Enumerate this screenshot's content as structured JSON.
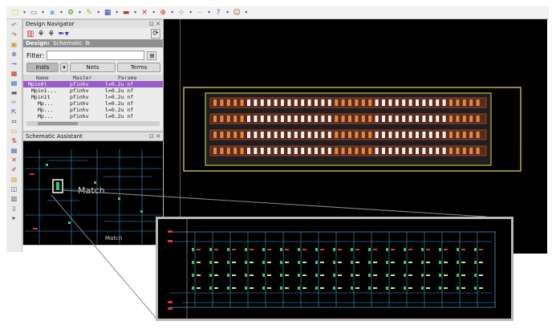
{
  "colors": {
    "canvas": "#000000",
    "accent": "#9b59c9",
    "highlight": "#b49be0",
    "pin": "#d93a2a",
    "wire": "#3aa0d8",
    "layout_outer": "#e8e25a",
    "poly": "#e08a40"
  },
  "toolbar": {
    "icons": [
      "new-icon",
      "open-icon",
      "save-icon",
      "tool-icon",
      "pencil-icon",
      "grid-icon",
      "line-icon",
      "delete-icon",
      "zoom-icon",
      "ruler-icon",
      "wire-icon",
      "help-icon",
      "person-icon"
    ]
  },
  "design_navigator": {
    "title": "Design Navigator",
    "design_label": "Design:",
    "design_value": "Schematic",
    "filter_label": "Filter:",
    "filter_value": "",
    "tabs": [
      "Insts",
      "Nets",
      "Terms"
    ],
    "columns": [
      "Name",
      "Master",
      "Parame"
    ],
    "rows": [
      {
        "name": "Mpin0t",
        "master": "pfinhv",
        "param": "l=0.2u nf"
      },
      {
        "name": "Mpin1...",
        "master": "pfinhv",
        "param": "l=0.2u nf"
      },
      {
        "name": "Mpin1t",
        "master": "pfinhv",
        "param": "l=0.2u nf"
      },
      {
        "name": "Mp...",
        "master": "pfinhv",
        "param": "l=0.2u nf"
      },
      {
        "name": "Mp...",
        "master": "pfinhv",
        "param": "l=0.2u nf"
      },
      {
        "name": "Mp...",
        "master": "pfinhv",
        "param": "l=0.2u nf"
      }
    ]
  },
  "schematic_assistant": {
    "title": "Schematic Assistant",
    "match_label": "Match",
    "match_label_2": "Match"
  },
  "layout": {
    "rows": 4
  }
}
